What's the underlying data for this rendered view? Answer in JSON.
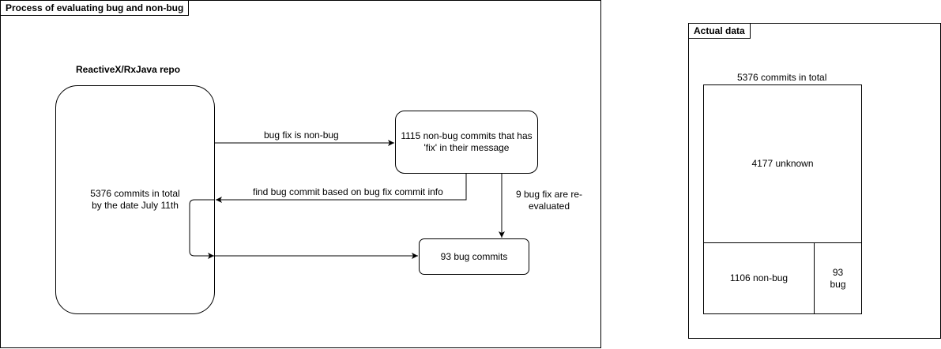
{
  "process_panel": {
    "title": "Process of evaluating bug and non-bug",
    "repo_label": "ReactiveX/RxJava repo",
    "repo_box": {
      "line1": "5376 commits in total",
      "line2": "by the date July 11th"
    },
    "nonbug_box": {
      "line1": "1115 non-bug commits that has",
      "line2": "'fix' in their message"
    },
    "bug_box": "93 bug commits",
    "edge_bugfix_nonbug": "bug fix is non-bug",
    "edge_find_bug": "find bug commit based on bug fix commit info",
    "edge_reevaluated": {
      "line1": "9 bug fix are re-",
      "line2": "evaluated"
    }
  },
  "data_panel": {
    "title": "Actual data",
    "total_label": "5376 commits in total",
    "unknown": "4177 unknown",
    "nonbug": "1106 non-bug",
    "bug": {
      "line1": "93",
      "line2": "bug"
    }
  },
  "colors": {
    "stroke": "#000000",
    "background": "#ffffff"
  }
}
